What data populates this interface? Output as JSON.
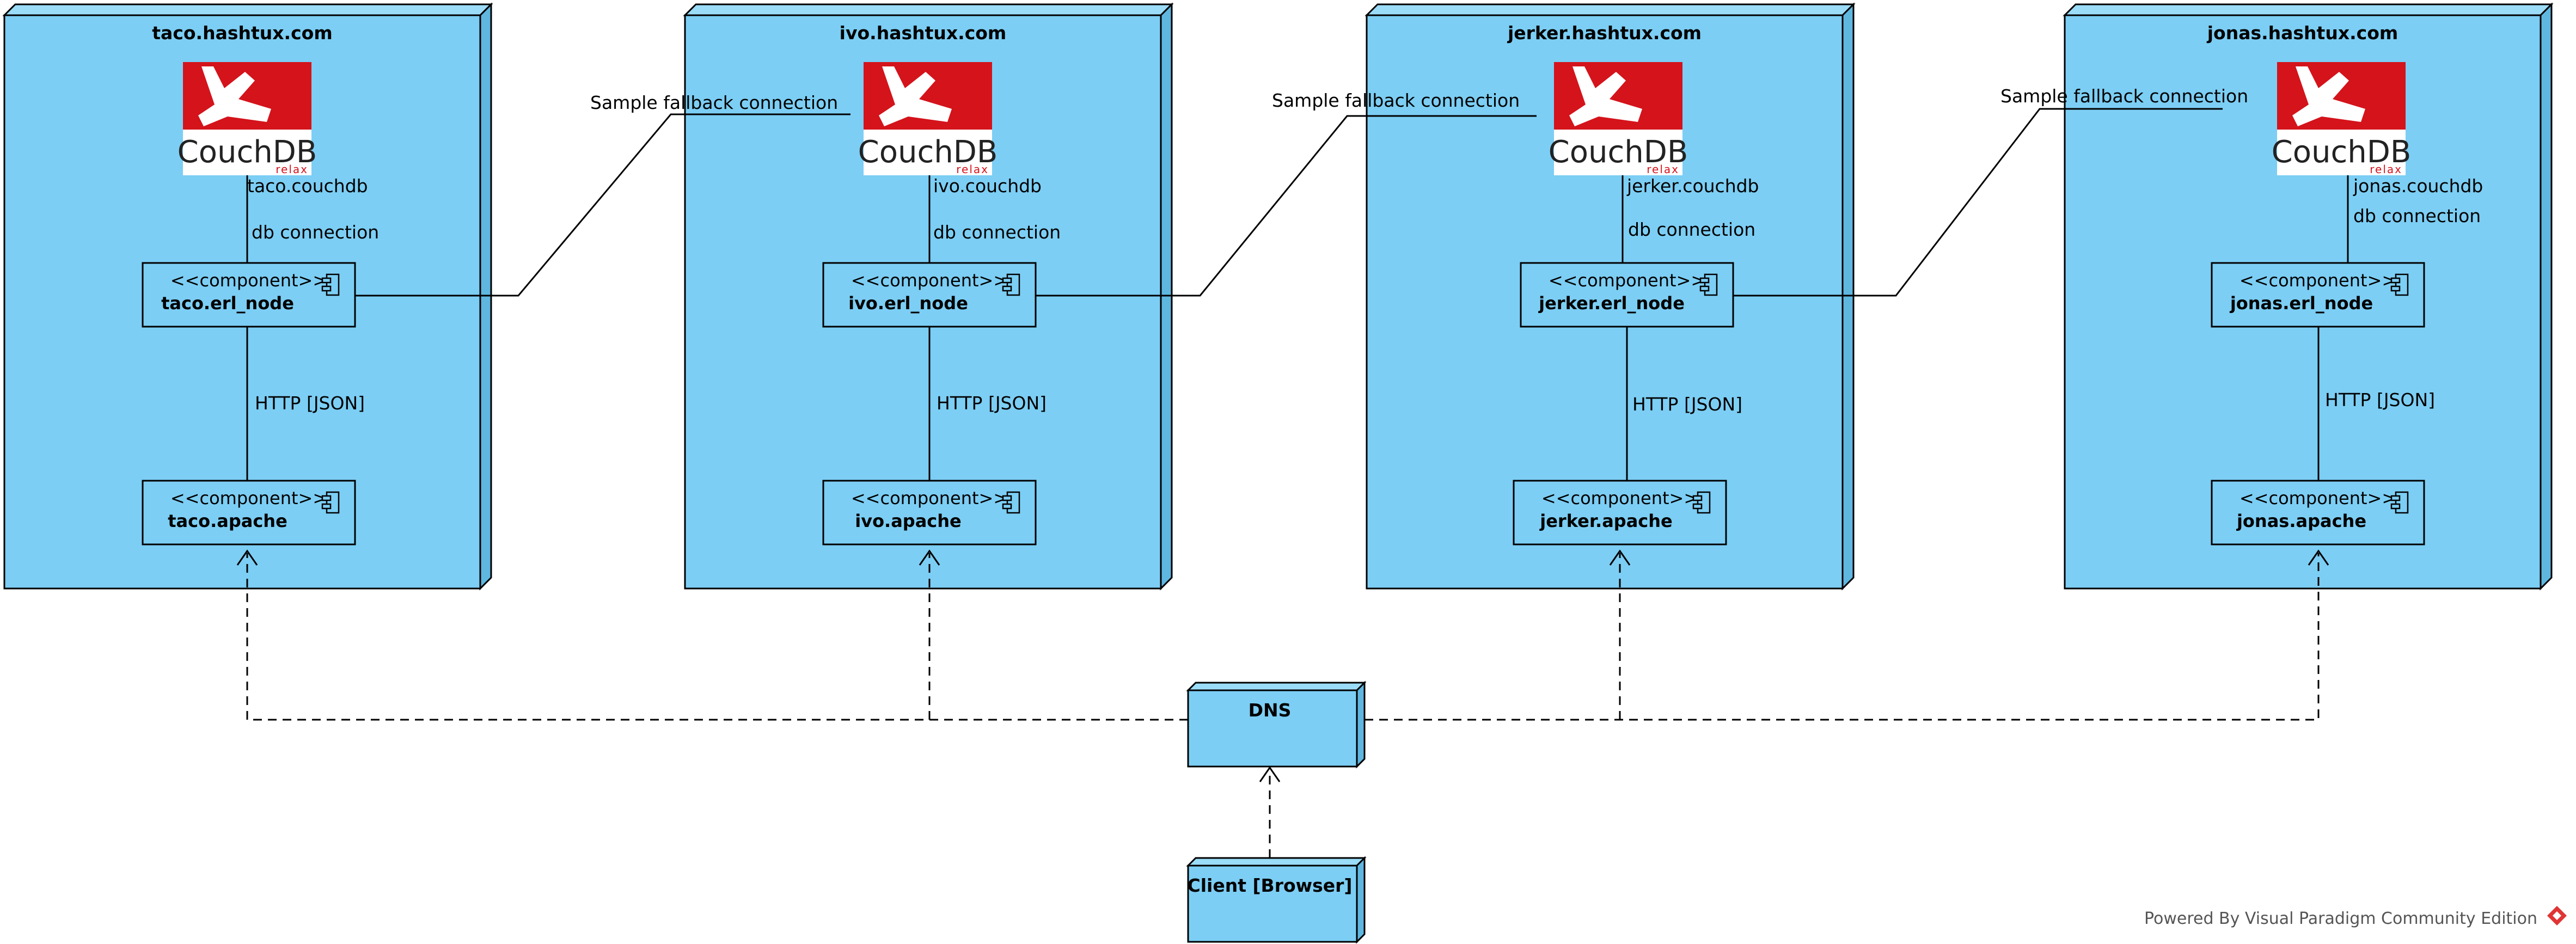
{
  "servers": [
    {
      "title": "taco.hashtux.com",
      "logo": {
        "word": "CouchDB",
        "tagline": "relax"
      },
      "db_label": "taco.couchdb",
      "db_connection": "db connection",
      "erl_stereotype": "<<component>>",
      "erl_name": "taco.erl_node",
      "http_label": "HTTP [JSON]",
      "apache_stereotype": "<<component>>",
      "apache_name": "taco.apache"
    },
    {
      "title": "ivo.hashtux.com",
      "logo": {
        "word": "CouchDB",
        "tagline": "relax"
      },
      "db_label": "ivo.couchdb",
      "db_connection": "db connection",
      "erl_stereotype": "<<component>>",
      "erl_name": "ivo.erl_node",
      "http_label": "HTTP [JSON]",
      "apache_stereotype": "<<component>>",
      "apache_name": "ivo.apache"
    },
    {
      "title": "jerker.hashtux.com",
      "logo": {
        "word": "CouchDB",
        "tagline": "relax"
      },
      "db_label": "jerker.couchdb",
      "db_connection": "db connection",
      "erl_stereotype": "<<component>>",
      "erl_name": "jerker.erl_node",
      "http_label": "HTTP [JSON]",
      "apache_stereotype": "<<component>>",
      "apache_name": "jerker.apache"
    },
    {
      "title": "jonas.hashtux.com",
      "logo": {
        "word": "CouchDB",
        "tagline": "relax"
      },
      "db_label": "jonas.couchdb",
      "db_connection": "db connection",
      "erl_stereotype": "<<component>>",
      "erl_name": "jonas.erl_node",
      "http_label": "HTTP [JSON]",
      "apache_stereotype": "<<component>>",
      "apache_name": "jonas.apache"
    }
  ],
  "fallback_labels": [
    "Sample fallback connection",
    "Sample fallback connection",
    "Sample fallback connection"
  ],
  "dns": {
    "title": "DNS"
  },
  "client": {
    "title": "Client [Browser]"
  },
  "footer": {
    "credit": "Powered By Visual Paradigm Community Edition"
  },
  "colors": {
    "node_fill": "#7ccef4",
    "couchdb_red": "#d4131b",
    "credit_icon": "#e03535"
  }
}
